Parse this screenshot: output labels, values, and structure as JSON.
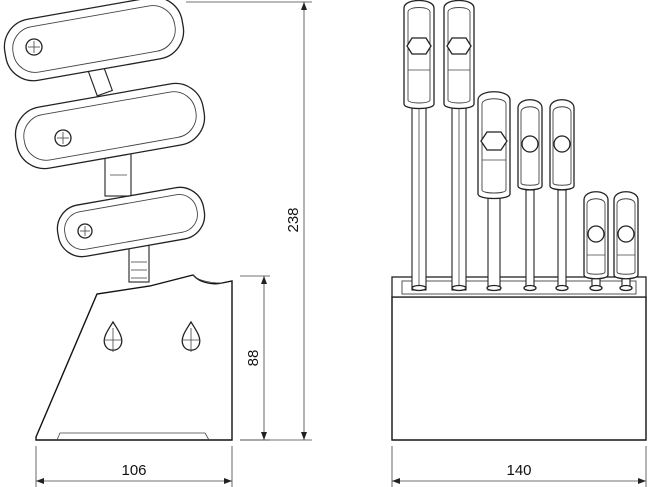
{
  "dimensions": {
    "width_side": "106",
    "height_total": "238",
    "height_base": "88",
    "width_front": "140"
  },
  "colors": {
    "line": "#222222",
    "background": "#ffffff"
  }
}
